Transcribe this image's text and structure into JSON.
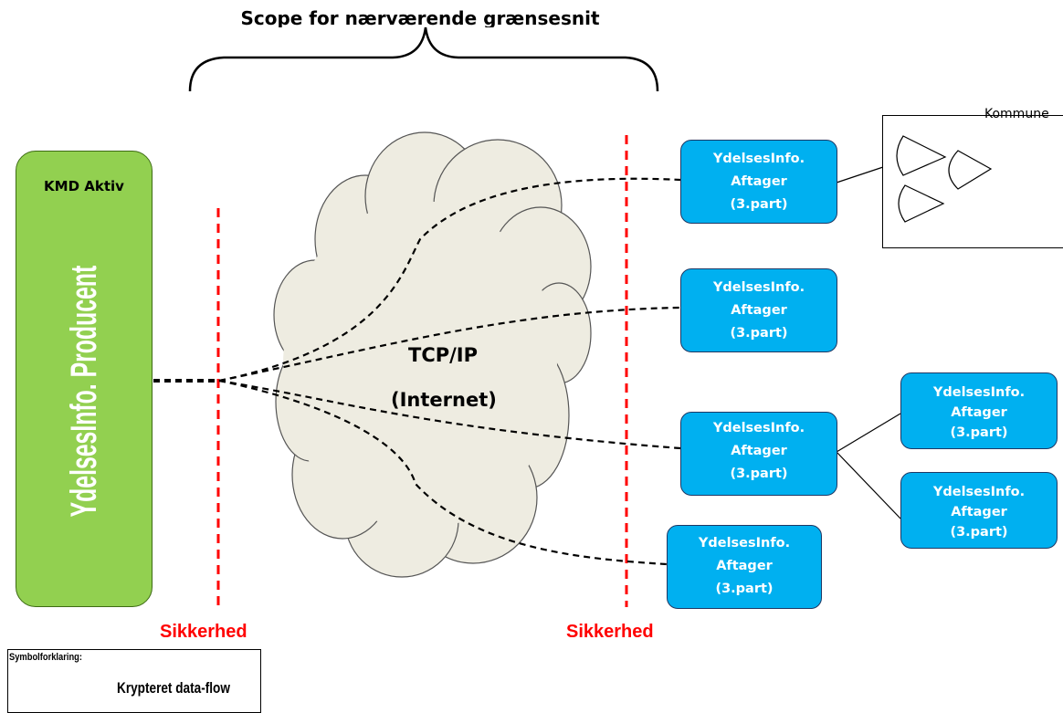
{
  "scope_title": "Scope for nærværende grænsesnit",
  "producer": {
    "top_label": "KMD Aktiv",
    "label": "YdelsesInfo. Producent"
  },
  "network": {
    "line1": "TCP/IP",
    "line2": "(Internet)"
  },
  "security": {
    "left": "Sikkerhed",
    "right": "Sikkerhed"
  },
  "consumers": [
    {
      "line1": "YdelsesInfo.",
      "line2": "Aftager",
      "line3": "(3.part)"
    },
    {
      "line1": "YdelsesInfo.",
      "line2": "Aftager",
      "line3": "(3.part)"
    },
    {
      "line1": "YdelsesInfo.",
      "line2": "Aftager",
      "line3": "(3.part)"
    },
    {
      "line1": "YdelsesInfo.",
      "line2": "Aftager",
      "line3": "(3.part)"
    }
  ],
  "sub_consumers": [
    {
      "line1": "YdelsesInfo.",
      "line2": "Aftager",
      "line3": "(3.part)"
    },
    {
      "line1": "YdelsesInfo.",
      "line2": "Aftager",
      "line3": "(3.part)"
    }
  ],
  "kommune_label": "Kommune",
  "legend": {
    "title": "Symbolforklaring:",
    "dashed_label": "Krypteret data-flow"
  },
  "colors": {
    "producer": "#92d050",
    "consumer": "#00b0f0",
    "security_line": "#ff0000",
    "cloud_fill": "#eeece1"
  }
}
